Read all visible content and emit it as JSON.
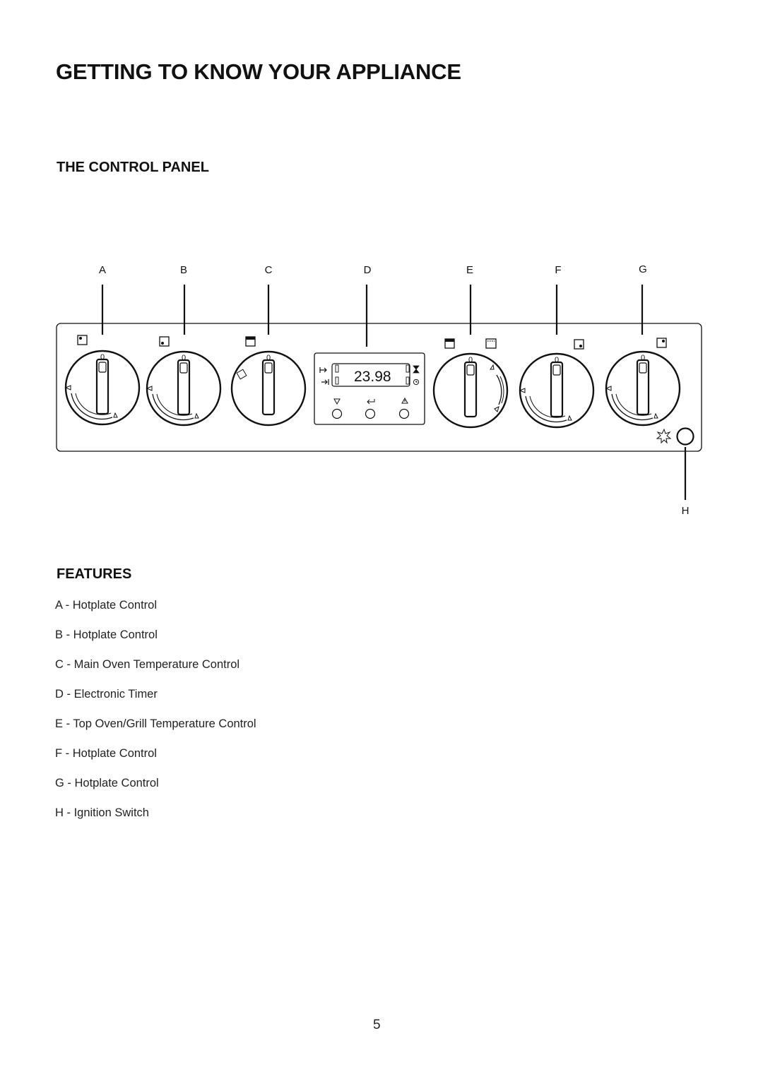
{
  "page": {
    "title": "GETTING TO KNOW YOUR APPLIANCE",
    "page_number": "5"
  },
  "control_panel": {
    "heading": "THE CONTROL PANEL",
    "callouts": [
      "A",
      "B",
      "C",
      "D",
      "E",
      "F",
      "G",
      "H"
    ],
    "knob_zero_label": "0",
    "timer_display": "23.98"
  },
  "features": {
    "heading": "FEATURES",
    "items": [
      "A - Hotplate Control",
      "B - Hotplate Control",
      "C - Main Oven Temperature Control",
      "D - Electronic Timer",
      "E - Top Oven/Grill Temperature Control",
      "F - Hotplate Control",
      "G - Hotplate Control",
      "H - Ignition Switch"
    ]
  }
}
